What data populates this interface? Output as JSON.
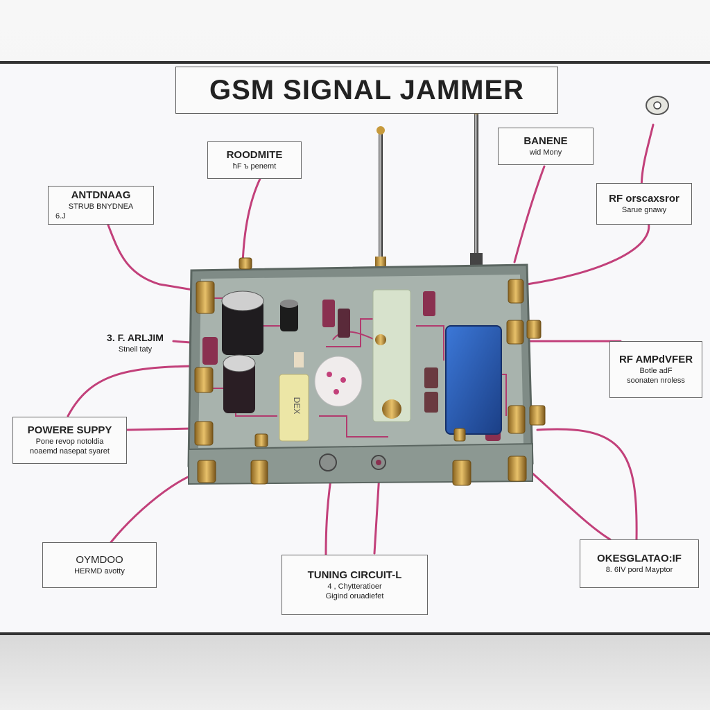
{
  "title": "GSM  SIGNAL JAMMER",
  "labels": {
    "antenna": {
      "heading": "ANTDNAAG",
      "sub": "STRUB BNYDNEA",
      "mark": "6.J"
    },
    "roodmite": {
      "heading": "ROODMITE",
      "sub": "ħF ъ penemt"
    },
    "banene": {
      "heading": "BANENE",
      "sub": "wid Mony"
    },
    "rf_oscillator": {
      "heading": "RF orscaxsror",
      "sub": "Sarue gnawy"
    },
    "rf_arlim": {
      "heading": "3. F. ARLJIM",
      "sub": "Stneil taty"
    },
    "rf_amplifier": {
      "heading": "RF AMPdVFER",
      "sub": "Botle adF",
      "sub2": "soonaten nroless"
    },
    "power_supply": {
      "heading": "POWERE SUPPY",
      "sub": "Pone revop notoldia",
      "sub2": "noaemd nasepat syaret"
    },
    "oymdoo": {
      "heading": "OYMDOO",
      "sub": "HERMD avotty"
    },
    "tuning_circuit": {
      "heading": "TUNING CIRCUIT-L",
      "sub": "4 , Chytteratioer",
      "sub2": "Gigind oruadiefet"
    },
    "oscillator": {
      "heading": "OKESGLATAO:IF",
      "sub": "8.   6IV pord Mayptor"
    }
  },
  "colors": {
    "wire": "#c2407a",
    "enclosure": "#8c9892",
    "board": "#a8b3ad",
    "brass": "#c79a3c",
    "blue_module": "#2657b0"
  }
}
